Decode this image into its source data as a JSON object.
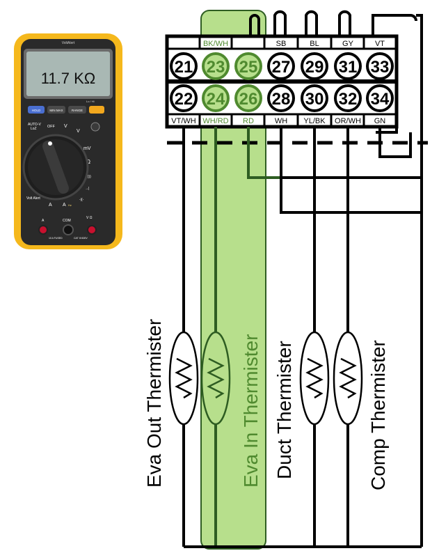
{
  "meter": {
    "brand": "VoltAlert",
    "reading": "11.7 KΩ",
    "buttons": [
      "HOLD",
      "MIN MAX",
      "RANGE"
    ],
    "small_label": "Lo / Hi",
    "dial_labels": {
      "auto_v": "AUTO-V",
      "loz": "LoZ",
      "off": "OFF",
      "v_ac": "V",
      "v_dc": "V",
      "mv": "mV",
      "ohm": "Ω",
      "continuity": "•)))",
      "diode": "→|",
      "cap": "-|(-",
      "a_ac": "A",
      "a_dc": "A",
      "hz": "Hz",
      "volt_alert": "Volt Alert"
    },
    "jacks": {
      "a_label": "A",
      "com_label": "COM",
      "v_label": "V Ω",
      "fuse_label": "10 A FUSED",
      "cat_label": "CAT III 600V"
    }
  },
  "terminals": {
    "top_row": [
      "21",
      "23",
      "25",
      "27",
      "29",
      "31",
      "33"
    ],
    "bottom_row": [
      "22",
      "24",
      "26",
      "28",
      "30",
      "32",
      "34"
    ],
    "top_labels": [
      "",
      "BK/WH",
      "",
      "SB",
      "BL",
      "GY",
      "VT"
    ],
    "bottom_labels": [
      "VT/WH",
      "WH/RD",
      "RD",
      "WH",
      "YL/BK",
      "OR/WH",
      "GN"
    ]
  },
  "thermistors": [
    {
      "label": "Eva Out Thermister"
    },
    {
      "label": "Eva In Thermister"
    },
    {
      "label": "Duct Thermister"
    },
    {
      "label": "Comp Thermister"
    }
  ],
  "colors": {
    "highlight_fill": "#b7df8c",
    "highlight_stroke": "#2e5d22",
    "highlight_text": "#4f8a2f",
    "meter_yellow": "#f5b81c",
    "meter_body": "#2a2a2a",
    "lcd": "#a9b8b4"
  }
}
